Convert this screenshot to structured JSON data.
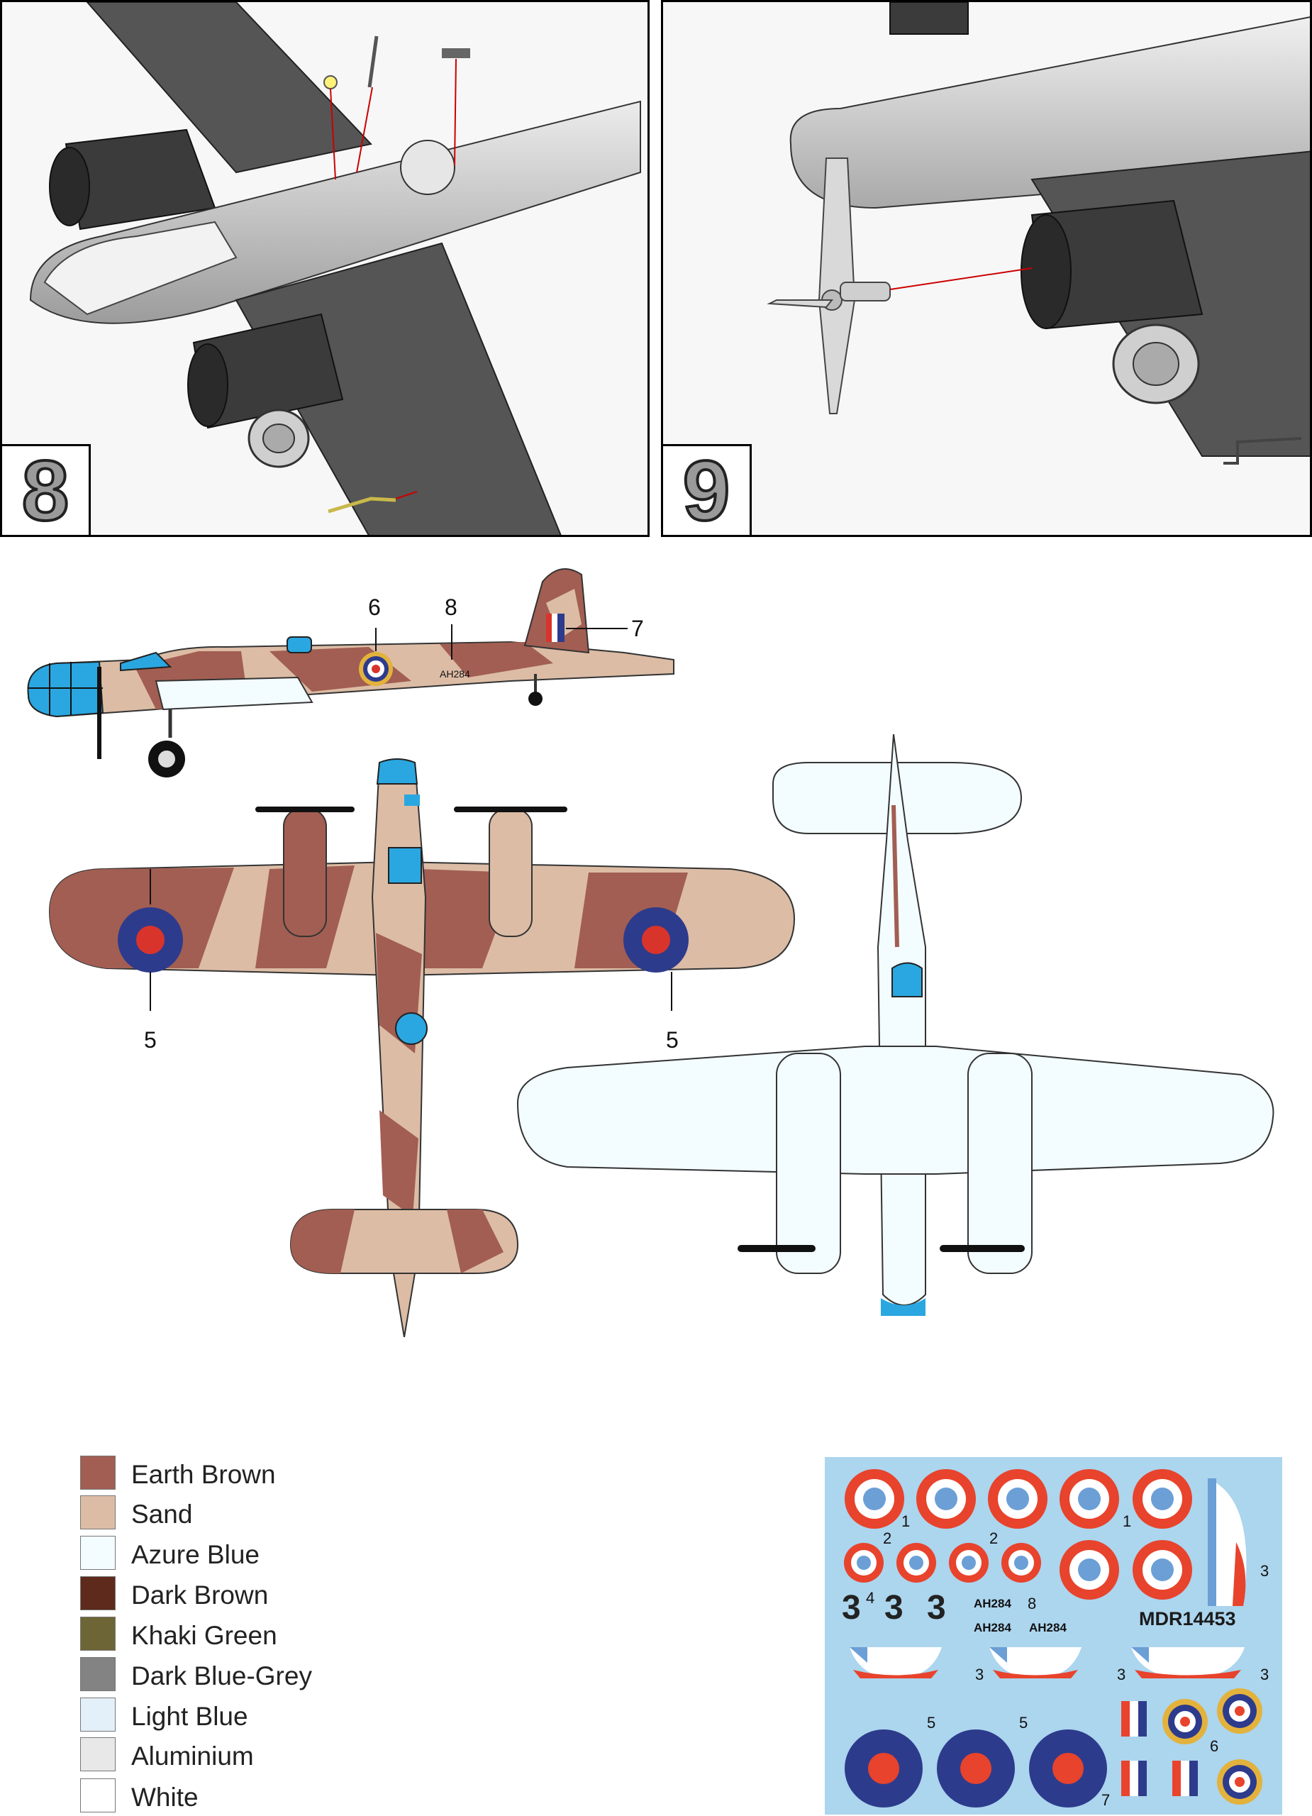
{
  "steps": [
    {
      "number": "8"
    },
    {
      "number": "9"
    }
  ],
  "callouts": {
    "side": [
      "6",
      "8",
      "7"
    ],
    "top_left_wing": "5",
    "top_right_wing": "5"
  },
  "side_view": {
    "serial": "AH284"
  },
  "legend": [
    {
      "label": "Earth Brown",
      "color": "#a25e52"
    },
    {
      "label": "Sand",
      "color": "#dcbca5"
    },
    {
      "label": "Azure Blue",
      "color": "#f3fcff"
    },
    {
      "label": "Dark Brown",
      "color": "#5d2a1c"
    },
    {
      "label": "Khaki Green",
      "color": "#6d6536"
    },
    {
      "label": "Dark Blue-Grey",
      "color": "#838383"
    },
    {
      "label": "Light Blue",
      "color": "#e3f0f9"
    },
    {
      "label": "Aluminium",
      "color": "#e8e8e8"
    },
    {
      "label": "White",
      "color": "#ffffff"
    }
  ],
  "decal_sheet": {
    "code": "MDR14453",
    "numbers": [
      "1",
      "1",
      "2",
      "2",
      "3",
      "4",
      "8",
      "3",
      "3",
      "3",
      "5",
      "5",
      "6",
      "7"
    ],
    "big_digits": [
      "3",
      "3",
      "3"
    ],
    "serials": [
      "AH284",
      "AH284",
      "AH284"
    ],
    "colors": {
      "red": "#e8432c",
      "blue": "#6b9fd6",
      "navy": "#2d3b8c",
      "gold": "#e3b23c"
    }
  }
}
